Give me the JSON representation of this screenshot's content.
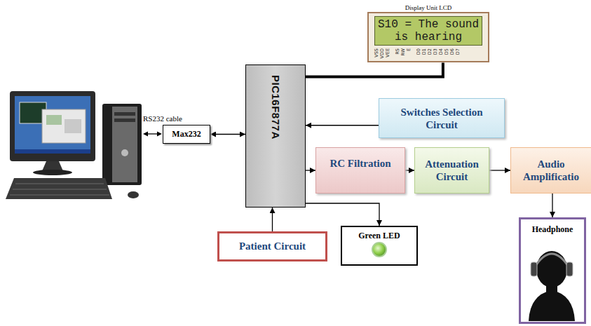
{
  "diagram": {
    "nodes": [
      {
        "text": [
          "Display Unit LCD",
          "S10 = The sound is hearing"
        ]
      },
      {
        "text": [
          "Max232"
        ]
      },
      {
        "text": [
          "PIC16F877A"
        ]
      },
      {
        "text": [
          "Switches Selection Circuit"
        ]
      },
      {
        "text": [
          "RC Filtration"
        ]
      },
      {
        "text": [
          "Attenuation Circuit"
        ]
      },
      {
        "text": [
          "Audio Amplificatio"
        ]
      },
      {
        "text": [
          "Patient Circuit"
        ]
      },
      {
        "text": [
          "Green LED"
        ]
      },
      {
        "text": [
          "Headphone"
        ]
      }
    ],
    "edges": [
      {
        "from": 1,
        "to": 2,
        "arrow": "both"
      },
      {
        "from": 2,
        "to": 0,
        "arrow": "none"
      },
      {
        "from": 3,
        "to": 2,
        "arrow": "to"
      },
      {
        "from": 2,
        "to": 4,
        "arrow": "to"
      },
      {
        "from": 4,
        "to": 5,
        "arrow": "to"
      },
      {
        "from": 5,
        "to": 6,
        "arrow": "to"
      },
      {
        "from": 6,
        "to": 9,
        "arrow": "to"
      },
      {
        "from": 7,
        "to": 2,
        "arrow": "to"
      },
      {
        "from": 2,
        "to": 8,
        "arrow": "to"
      }
    ],
    "labels": [
      "RS232 cable",
      "VSS",
      "VDD",
      "VEE",
      "RS",
      "RW",
      "E",
      "D0",
      "D1",
      "D2",
      "D3",
      "D4",
      "D5",
      "D6",
      "D7"
    ]
  }
}
